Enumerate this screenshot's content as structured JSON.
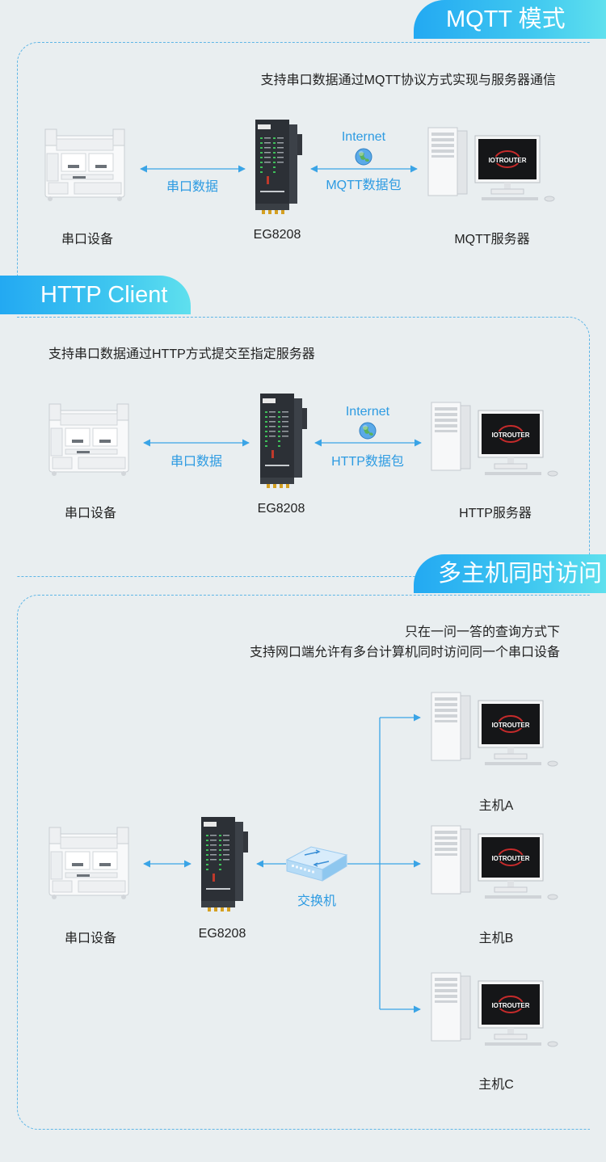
{
  "sections": {
    "mqtt": {
      "title": "MQTT 模式",
      "description": "支持串口数据通过MQTT协议方式实现与服务器通信",
      "device_label": "串口设备",
      "link_label": "串口数据",
      "gateway_label": "EG8208",
      "internet_label": "Internet",
      "packet_label": "MQTT数据包",
      "server_label": "MQTT服务器",
      "server_logo": "IOTROUTER"
    },
    "http": {
      "title": "HTTP Client",
      "description": "支持串口数据通过HTTP方式提交至指定服务器",
      "device_label": "串口设备",
      "link_label": "串口数据",
      "gateway_label": "EG8208",
      "internet_label": "Internet",
      "packet_label": "HTTP数据包",
      "server_label": "HTTP服务器",
      "server_logo": "IOTROUTER"
    },
    "multi": {
      "title": "多主机同时访问",
      "description_line1": "只在一问一答的查询方式下",
      "description_line2": "支持网口端允许有多台计算机同时访问同一个串口设备",
      "device_label": "串口设备",
      "gateway_label": "EG8208",
      "switch_label": "交换机",
      "host_a_label": "主机A",
      "host_b_label": "主机B",
      "host_c_label": "主机C",
      "server_logo": "IOTROUTER"
    }
  },
  "colors": {
    "accent": "#2d9be2",
    "dashed_border": "#5fb6e6",
    "background": "#e9eef0"
  }
}
